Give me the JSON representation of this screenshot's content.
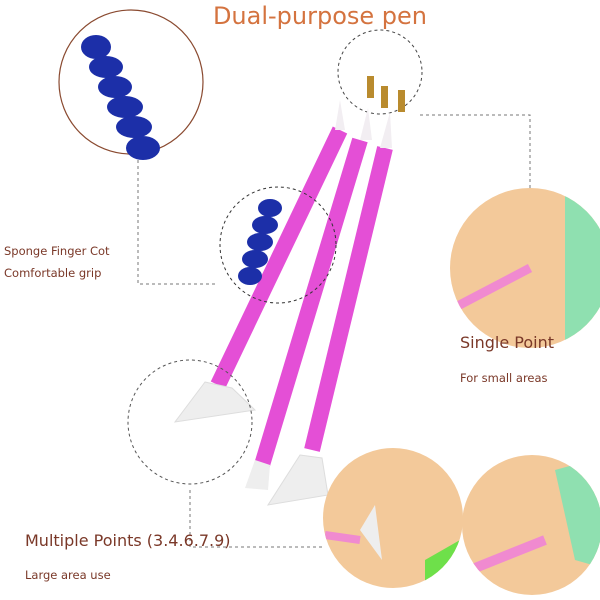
{
  "title": "Dual-purpose pen",
  "grip": {
    "name": "Sponge Finger Cot",
    "desc": "Comfortable grip"
  },
  "single": {
    "name": "Single Point",
    "desc": "For small areas"
  },
  "multiple": {
    "name": "Multiple Points (3.4.6.7.9)",
    "desc": "Large area use"
  },
  "colors": {
    "title": "#d4733f",
    "text": "#7a3828",
    "pen": "#e44fd6",
    "grip": "#1c2fa8",
    "photo_bg": "#f3c99a"
  }
}
